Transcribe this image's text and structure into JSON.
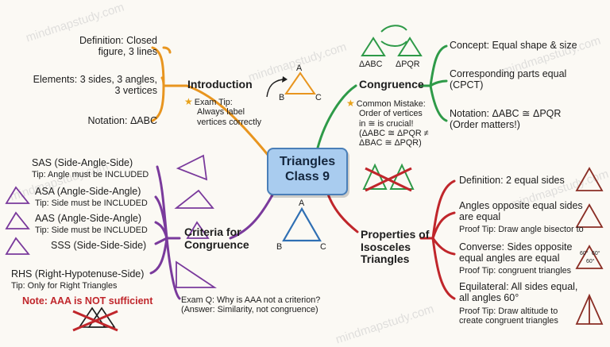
{
  "watermark": "mindmapstudy.com",
  "center": {
    "line1": "Triangles",
    "line2": "Class 9"
  },
  "colors": {
    "orange": "#e8951f",
    "green": "#2e9a48",
    "purple": "#7a3a9c",
    "red": "#c0262b",
    "blue": "#2f6fb3"
  },
  "introduction": {
    "title": "Introduction",
    "definition": [
      "Definition: Closed",
      "figure, 3 lines"
    ],
    "elements": [
      "Elements: 3 sides, 3 angles,",
      "3 vertices"
    ],
    "notation": "Notation: ΔABC",
    "tip": [
      "Exam Tip:",
      "Always label",
      "vertices correctly"
    ],
    "tri_labels": [
      "A",
      "B",
      "C"
    ]
  },
  "congruence": {
    "title": "Congruence",
    "tri_labels": [
      "ΔABC",
      "ΔPQR"
    ],
    "concept": "Concept: Equal shape & size",
    "cpct": [
      "Corresponding parts equal",
      "(CPCT)"
    ],
    "notation": [
      "Notation: ΔABC ≅ ΔPQR",
      "(Order matters!)"
    ],
    "mistake": [
      "Common Mistake:",
      "Order of vertices",
      "in ≅ is crucial!",
      "(ΔABC ≅ ΔPQR ≠",
      "ΔBAC ≅ ΔPQR)"
    ]
  },
  "criteria": {
    "title": [
      "Criteria for",
      "Congruence"
    ],
    "sas": "SAS (Side-Angle-Side)",
    "sas_tip": "Tip: Angle must be INCLUDED",
    "asa": "ASA (Angle-Side-Angle)",
    "asa_tip": "Tip: Side must be INCLUDED",
    "aas": "AAS (Angle-Side-Angle)",
    "aas_tip": "Tip: Side must be INCLUDED",
    "sss": "SSS (Side-Side-Side)",
    "rhs": "RHS (Right-Hypotenuse-Side)",
    "rhs_tip": "Tip: Only for Right Triangles",
    "note": "Note: AAA is NOT sufficient",
    "exam_q": [
      "Exam Q: Why is AAA not a criterion?",
      "(Answer: Similarity, not congruence)"
    ]
  },
  "isosceles": {
    "title": [
      "Properties of",
      "Isosceles",
      "Triangles"
    ],
    "tri_labels": [
      "A",
      "B",
      "C"
    ],
    "definition": "Definition: 2 equal sides",
    "angles": [
      "Angles opposite equal sides",
      "are equal"
    ],
    "angles_tip": "Proof Tip: Draw angle bisector to",
    "converse": [
      "Converse: Sides opposite",
      "equal angles are equal"
    ],
    "converse_tip": "Proof Tip: congruent triangles",
    "equilateral": [
      "Equilateral: All sides equal,",
      "all angles 60°"
    ],
    "equilateral_tip": [
      "Proof Tip: Draw altitude to",
      "create congruent triangles"
    ],
    "angle_marks": [
      "60°",
      "60°",
      "60°"
    ]
  }
}
